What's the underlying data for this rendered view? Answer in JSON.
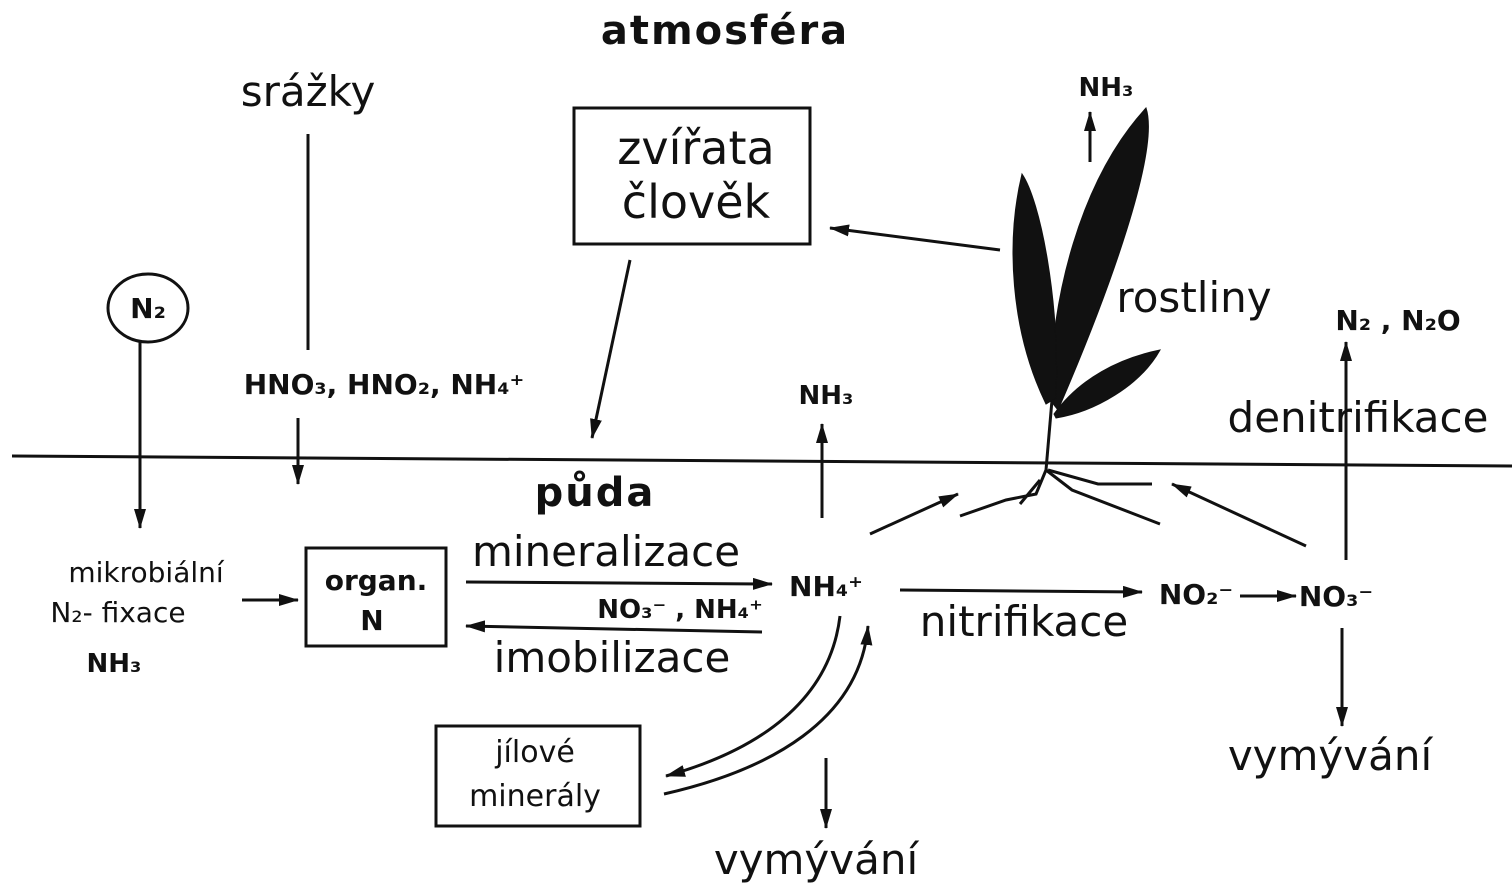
{
  "labels": {
    "atmosphere": "atmosféra",
    "precipitation": "srážky",
    "n2_circle": "N₂",
    "precip_compounds": "HNO₃, HNO₂, NH₄⁺",
    "animals_line1": "zvířata",
    "animals_line2": "člověk",
    "nh3_plant": "NH₃",
    "plants": "rostliny",
    "n2_n2o": "N₂ , N₂O",
    "nh3_soil": "NH₃",
    "denitrification": "denitrifikace",
    "soil": "půda",
    "fixation_line1": "mikrobiální",
    "fixation_line2": "N₂- fixace",
    "fixation_line3": "NH₃",
    "organ_line1": "organ.",
    "organ_line2": "N",
    "mineralization": "mineralizace",
    "no3_nh4": "NO₃⁻ , NH₄⁺",
    "immobilization": "imobilizace",
    "nh4_center": "NH₄⁺",
    "nitrification": "nitrifikace",
    "no2": "NO₂⁻",
    "no3": "NO₃⁻",
    "clay_line1": "jílové",
    "clay_line2": "minerály",
    "leaching_bottom": "vymývání",
    "leaching_right": "vymývání"
  }
}
